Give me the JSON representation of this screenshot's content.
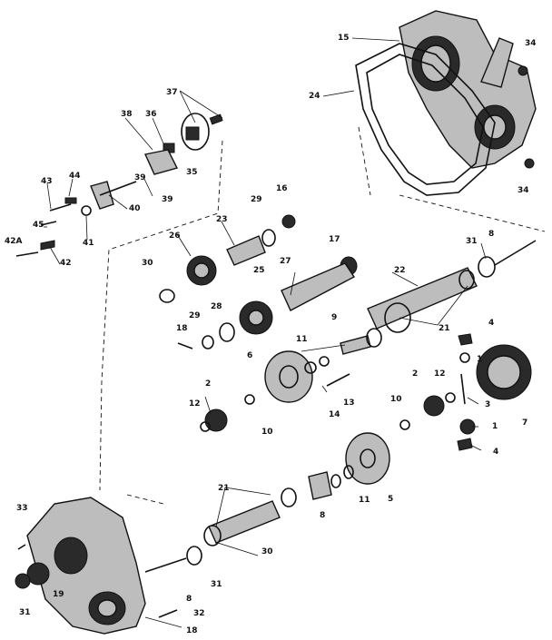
{
  "labels": [
    "15",
    "34",
    "24",
    "34",
    "37",
    "38",
    "36",
    "35",
    "39",
    "39",
    "44",
    "43",
    "40",
    "45",
    "41",
    "42",
    "42A",
    "29",
    "16",
    "23",
    "26",
    "17",
    "8",
    "27",
    "30",
    "25",
    "22",
    "31",
    "28",
    "29",
    "9",
    "21",
    "4",
    "18",
    "6",
    "11",
    "1",
    "10",
    "12",
    "2",
    "13",
    "14",
    "12",
    "2",
    "10",
    "3",
    "7",
    "1",
    "4",
    "5",
    "21",
    "11",
    "8",
    "30",
    "33",
    "31",
    "19",
    "8",
    "31",
    "32",
    "18"
  ]
}
